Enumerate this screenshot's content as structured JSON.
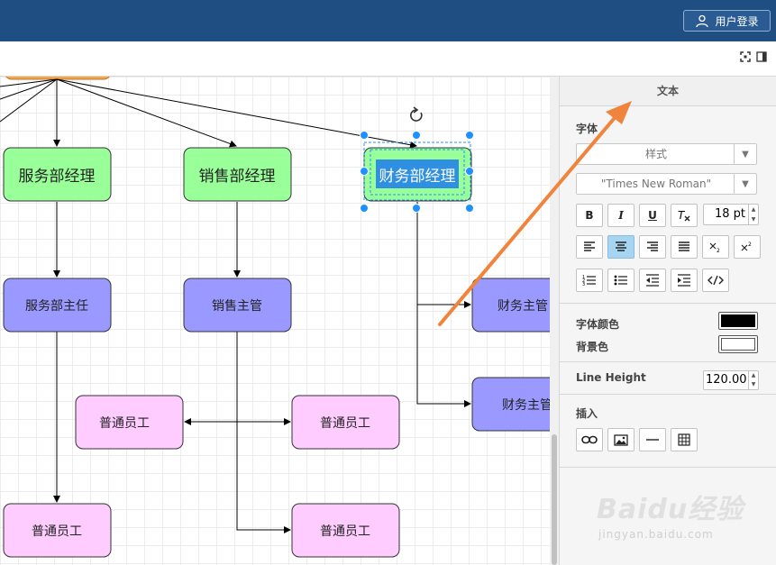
{
  "header": {
    "login_label": "用户登录"
  },
  "panel": {
    "tab_label": "文本",
    "font_section_label": "字体",
    "style_select": "样式",
    "font_family_select": "\"Times New Roman\"",
    "font_size": "18 pt",
    "font_color_label": "字体颜色",
    "bg_color_label": "背景色",
    "font_color": "#000000",
    "bg_color": "#ffffff",
    "line_height_label": "Line Height",
    "line_height_value": "120.00",
    "insert_label": "插入",
    "buttons": {
      "bold": "B",
      "italic": "I",
      "underline": "U"
    }
  },
  "diagram": {
    "nodes": [
      {
        "id": "svc-manager",
        "label": "服务部经理"
      },
      {
        "id": "sales-manager",
        "label": "销售部经理"
      },
      {
        "id": "finance-manager",
        "label": "财务部经理"
      },
      {
        "id": "svc-director",
        "label": "服务部主任"
      },
      {
        "id": "sales-supervisor",
        "label": "销售主管"
      },
      {
        "id": "finance-supervisor-1",
        "label": "财务主管"
      },
      {
        "id": "finance-supervisor-2",
        "label": "财务主管"
      },
      {
        "id": "employee-1",
        "label": "普通员工"
      },
      {
        "id": "employee-2",
        "label": "普通员工"
      },
      {
        "id": "employee-3",
        "label": "普通员工"
      },
      {
        "id": "employee-4",
        "label": "普通员工"
      }
    ]
  },
  "watermark": {
    "brand": "Baidu经验",
    "url": "jingyan.baidu.com"
  },
  "colors": {
    "header": "#1f4e82",
    "manager_fill": "#99ff99",
    "supervisor_fill": "#9999ff",
    "employee_fill": "#ffccff",
    "selection": "#1e90ff",
    "arrow": "#f0843c"
  }
}
